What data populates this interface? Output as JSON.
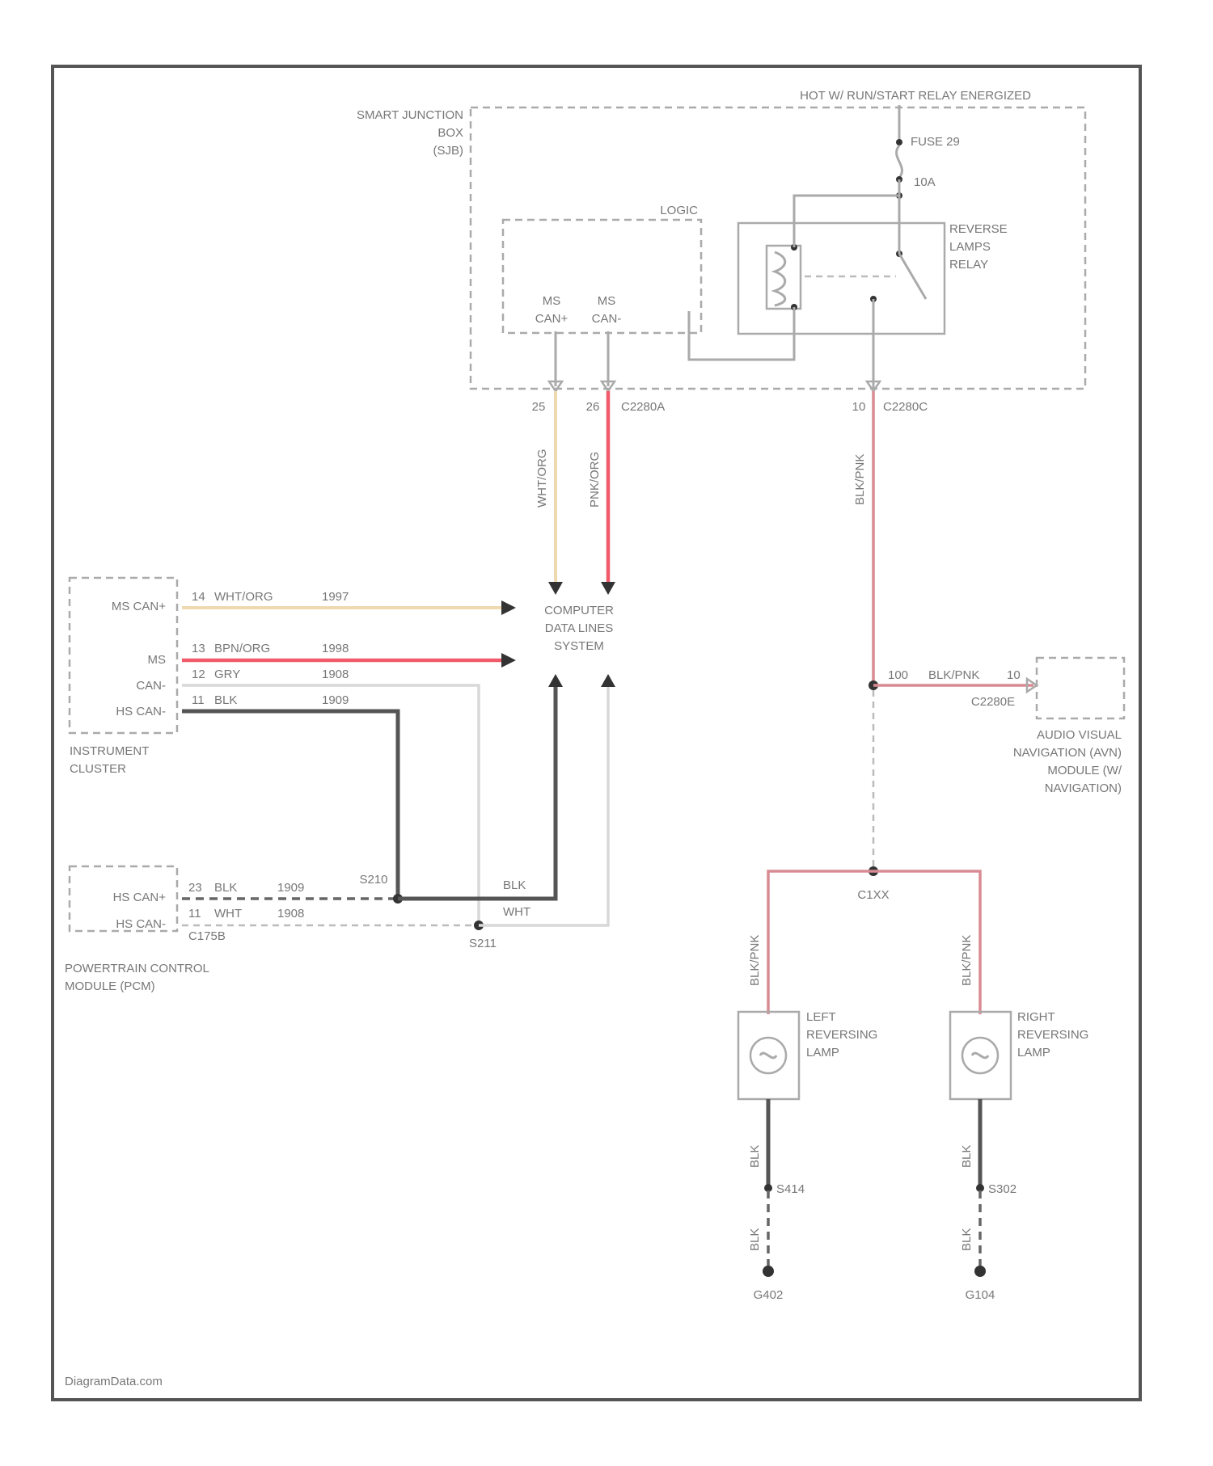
{
  "title": "HOT W/ RUN/START RELAY ENERGIZED",
  "watermark": "DiagramData.com",
  "components": {
    "sjb": [
      "SMART JUNCTION",
      "BOX",
      "(SJB)"
    ],
    "logic": "LOGIC",
    "ms_can_plus": [
      "MS",
      "CAN+"
    ],
    "ms_can_minus": [
      "MS",
      "CAN-"
    ],
    "fuse": "FUSE 29",
    "fuse_rating": "10A",
    "relay": [
      "REVERSE",
      "LAMPS",
      "RELAY"
    ],
    "cdls": [
      "COMPUTER",
      "DATA LINES",
      "SYSTEM"
    ],
    "ic": [
      "INSTRUMENT",
      "CLUSTER"
    ],
    "pcm": [
      "POWERTRAIN CONTROL",
      "MODULE (PCM)"
    ],
    "avn": [
      "AUDIO VISUAL",
      "NAVIGATION (AVN)",
      "MODULE (W/",
      "NAVIGATION)"
    ],
    "left_lamp": [
      "LEFT",
      "REVERSING",
      "LAMP"
    ],
    "right_lamp": [
      "RIGHT",
      "REVERSING",
      "LAMP"
    ]
  },
  "connectors": {
    "c2280a": "C2280A",
    "c2280c": "C2280C",
    "c2280e": "C2280E",
    "c1775b": "C175B",
    "c1xx": "C1XX",
    "s211": "S211",
    "s210": "S210",
    "s414": "S414",
    "s302": "S302",
    "g402": "G402",
    "g104": "G104"
  },
  "pins": {
    "p25": "25",
    "p26": "26",
    "p10": "10",
    "ic_ms_can_plus": "MS CAN+",
    "ic_ms": "MS",
    "ic_can_minus": "CAN-",
    "ic_hs_can": "HS CAN-",
    "pcm_hs_can_plus": "HS CAN+",
    "pcm_hs_can_minus": "HS CAN-",
    "ic_p1": "14",
    "ic_p2": "13",
    "ic_p3": "12",
    "ic_p4": "11",
    "pcm_p1": "23",
    "pcm_p2": "11",
    "avn_p": "10",
    "avn_p2": "100"
  },
  "wires": {
    "wht_org": "WHT/ORG",
    "pnk_org": "PNK/ORG",
    "blk_pnk": "BLK/PNK",
    "w_wht_org": "WHT/ORG",
    "w_pnk_org": "BPN/ORG",
    "w_gry": "GRY",
    "w_blk": "BLK",
    "c1": "1997",
    "c2": "1998",
    "c3": "1908",
    "c4": "1909",
    "pcm_blk": "BLK",
    "pcm_wht": "WHT",
    "pcm_c1": "1909",
    "pcm_c2": "1908",
    "blk_s211": "BLK",
    "wht_s211": "WHT",
    "avn_wire": "BLK/PNK",
    "lamp_left_wire": "BLK/PNK",
    "lamp_right_wire": "BLK/PNK",
    "gnd_left_1": "BLK",
    "gnd_left_2": "BLK",
    "gnd_right_1": "BLK",
    "gnd_right_2": "BLK"
  }
}
